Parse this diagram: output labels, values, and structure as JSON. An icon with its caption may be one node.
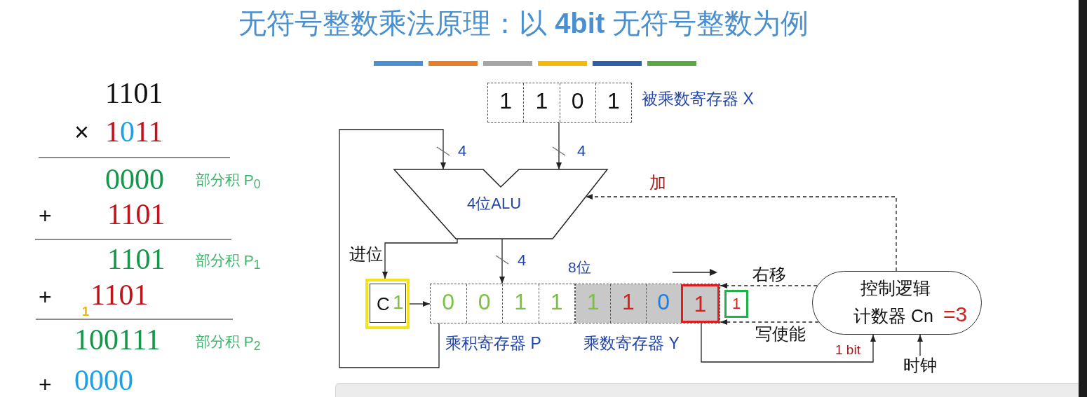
{
  "diagram": {
    "title": "无符号整数乘法原理：以 **4bit** 无符号整数为例",
    "nodes": [
      {
        "text": [
          "1",
          "1",
          "0",
          "1"
        ],
        "beside": [
          "被乘数寄存器 X"
        ]
      },
      {
        "text": [
          "4位ALU"
        ]
      },
      {
        "text": [
          "C",
          "1"
        ]
      },
      {
        "text": [
          "0",
          "0",
          "1",
          "1"
        ],
        "beside": [
          "乘积寄存器 P"
        ]
      },
      {
        "text": [
          "1",
          "1",
          "0",
          "1"
        ],
        "beside": [
          "乘数寄存器 Y"
        ]
      },
      {
        "text": [
          "1"
        ]
      },
      {
        "text": [
          "控制逻辑",
          "计数器 Cn",
          "=3"
        ]
      },
      {
        "text": [
          "时钟"
        ]
      }
    ],
    "edges": [
      {
        "from": 0,
        "to": 1,
        "arrow": "to",
        "label": "4"
      },
      {
        "from": 3,
        "to": 1,
        "arrow": "to",
        "label": "4"
      },
      {
        "from": 1,
        "to": 2,
        "arrow": "to",
        "label": "进位"
      },
      {
        "from": 1,
        "to": 3,
        "arrow": "to",
        "label": "4"
      },
      {
        "from": 2,
        "to": 3,
        "arrow": "to"
      },
      {
        "from": 6,
        "to": 1,
        "arrow": "to",
        "label": "加",
        "style": "dashed"
      },
      {
        "from": 6,
        "to": 4,
        "arrow": "to",
        "label": "右移",
        "style": "dashed"
      },
      {
        "from": 6,
        "to": 4,
        "arrow": "to",
        "label": "写使能",
        "style": "dashed"
      },
      {
        "from": 4,
        "to": 6,
        "arrow": "to",
        "label": "1 bit"
      },
      {
        "from": 7,
        "to": 6,
        "arrow": "to"
      }
    ],
    "labels": [
      "1101",
      "×",
      "1011",
      "0000",
      "部分积 P$_{0}$",
      "+",
      "1101",
      "1101",
      "部分积 P$_{1}$",
      "+",
      "1",
      "1101",
      "100111",
      "部分积 P$_{2}$",
      "+",
      "0000",
      "8位"
    ]
  }
}
